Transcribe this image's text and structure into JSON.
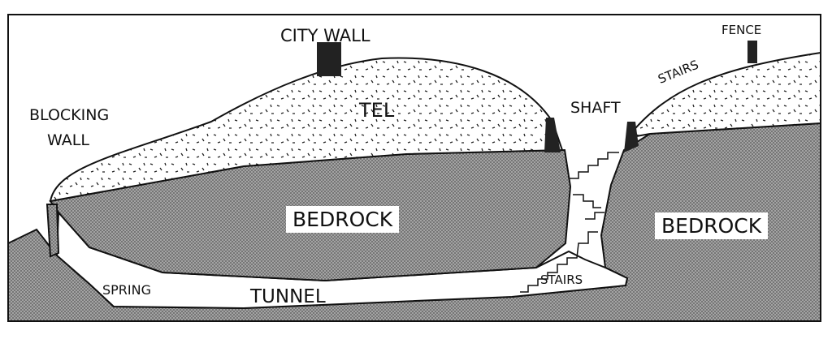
{
  "labels": {
    "city_wall": "CITY WALL",
    "fence": "FENCE",
    "stairs_upper": "STAIRS",
    "blocking_wall_line1": "BLOCKING",
    "blocking_wall_line2": "WALL",
    "tel": "TEL",
    "shaft": "SHAFT",
    "bedrock_left": "BEDROCK",
    "bedrock_right": "BEDROCK",
    "spring": "SPRING",
    "tunnel": "TUNNEL",
    "stairs_lower": "STAIRS"
  },
  "colors": {
    "bedrock": "#9a9a9a",
    "ink": "#111111",
    "background": "#ffffff"
  }
}
